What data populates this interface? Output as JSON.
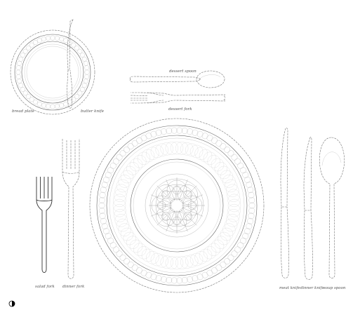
{
  "labels": {
    "bread_plate": "bread plate",
    "butter_knife": "butter knife",
    "dessert_spoon": "dessert spoon",
    "dessert_fork": "dessert fork",
    "salad_fork": "salad fork",
    "dinner_fork": "dinner fork",
    "meat_knife": "meat knife",
    "dinner_knife": "dinner knife",
    "soup_spoon": "soup spoon"
  },
  "colors": {
    "line": "#666666",
    "pattern": "#b8b8b8",
    "label": "#555555",
    "background": "#ffffff"
  },
  "icons": {
    "corner_mark": "half-filled-circle-icon"
  }
}
